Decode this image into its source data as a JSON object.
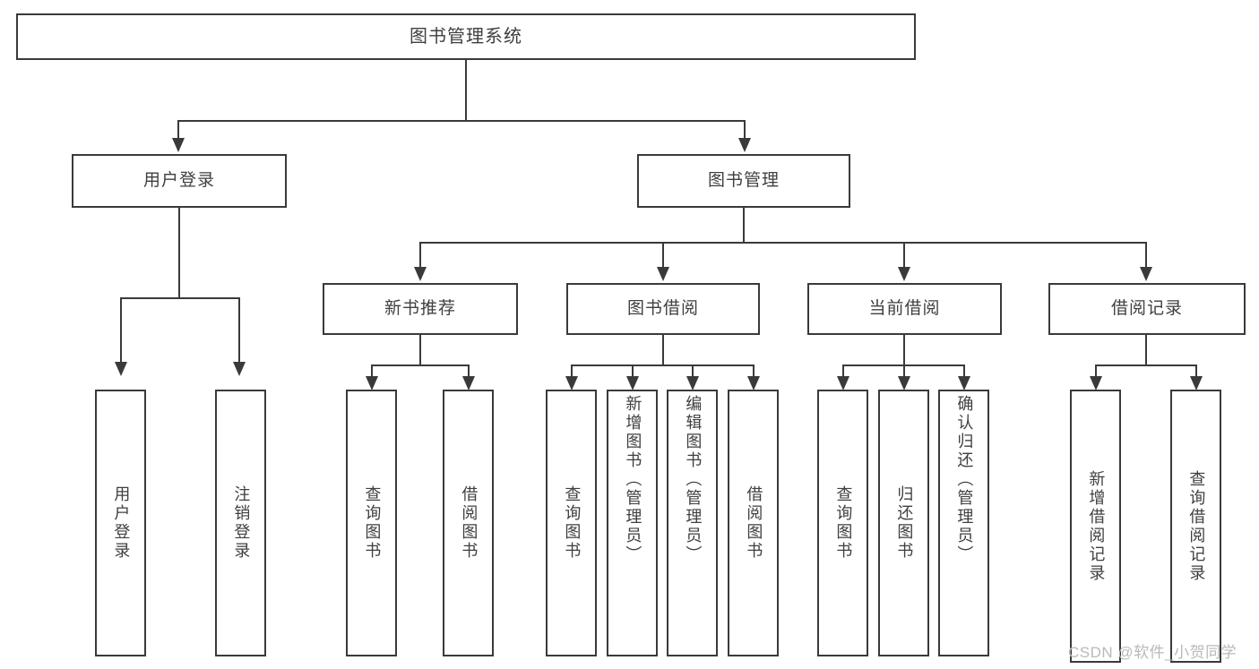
{
  "diagram": {
    "title": "图书管理系统",
    "type": "功能结构图",
    "colors": {
      "border": "#3a3a3a",
      "text": "#3f3f3f",
      "background": "#ffffff",
      "watermark": "#b9b9b9"
    }
  },
  "root": {
    "label": "图书管理系统"
  },
  "level2": [
    {
      "label": "用户登录"
    },
    {
      "label": "图书管理"
    }
  ],
  "level3": [
    {
      "label": "新书推荐"
    },
    {
      "label": "图书借阅"
    },
    {
      "label": "当前借阅"
    },
    {
      "label": "借阅记录"
    }
  ],
  "leaves": {
    "user_login": [
      {
        "label": "用户登录"
      },
      {
        "label": "注销登录"
      }
    ],
    "new_book": [
      {
        "label": "查询图书"
      },
      {
        "label": "借阅图书"
      }
    ],
    "book_borrow": [
      {
        "label": "查询图书"
      },
      {
        "label": "新增图书（管理员）"
      },
      {
        "label": "编辑图书（管理员）"
      },
      {
        "label": "借阅图书"
      }
    ],
    "current_borrow": [
      {
        "label": "查询图书"
      },
      {
        "label": "归还图书"
      },
      {
        "label": "确认归还（管理员）"
      }
    ],
    "borrow_record": [
      {
        "label": "新增借阅记录"
      },
      {
        "label": "查询借阅记录"
      }
    ]
  },
  "watermark": {
    "text": "CSDN @软件_小贺同学"
  }
}
